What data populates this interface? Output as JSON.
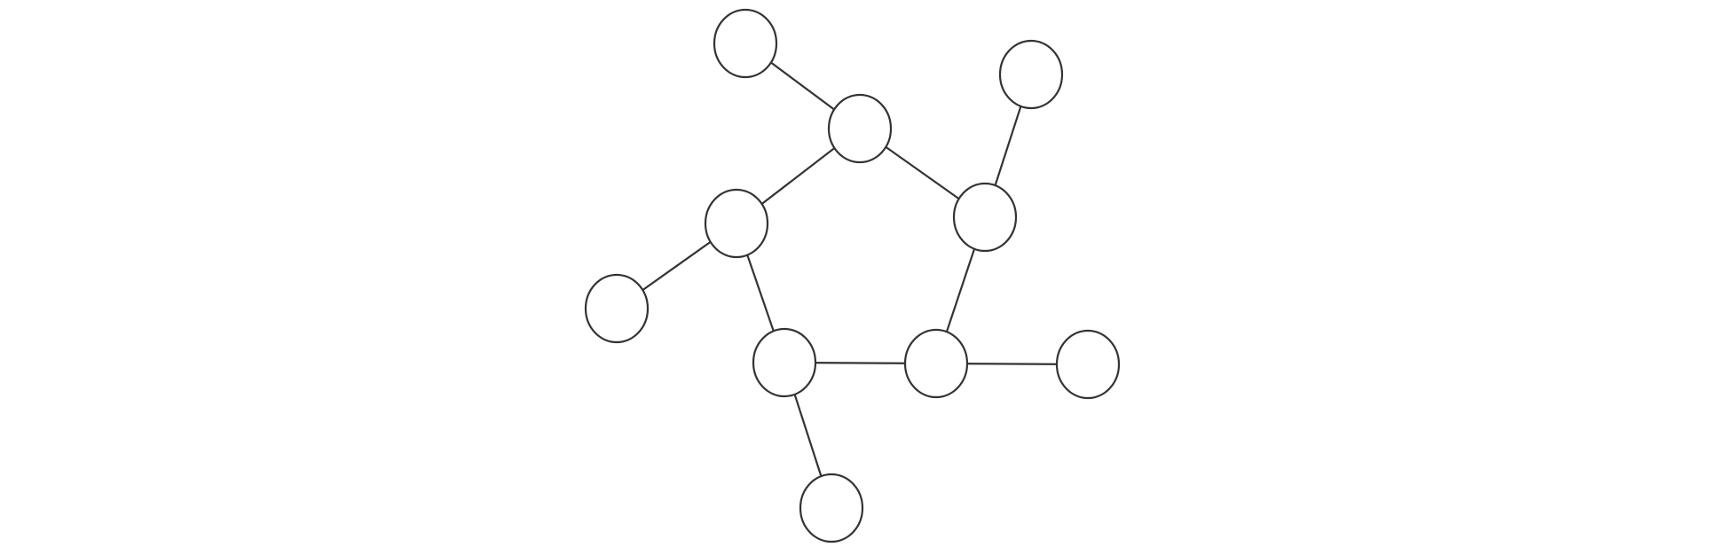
{
  "diagram": {
    "type": "graph",
    "directed": false,
    "colors": {
      "background": "#ffffff",
      "stroke": "#333333",
      "node_fill": "#ffffff"
    },
    "nodes": [
      {
        "id": "ring-top"
      },
      {
        "id": "ring-left"
      },
      {
        "id": "ring-right"
      },
      {
        "id": "ring-bottom-left"
      },
      {
        "id": "ring-bottom-right"
      },
      {
        "id": "leaf-top-left"
      },
      {
        "id": "leaf-top-right"
      },
      {
        "id": "leaf-left"
      },
      {
        "id": "leaf-right"
      },
      {
        "id": "leaf-bottom"
      }
    ],
    "edges": [
      {
        "from": "ring-top",
        "to": "ring-left"
      },
      {
        "from": "ring-top",
        "to": "ring-right"
      },
      {
        "from": "ring-left",
        "to": "ring-bottom-left"
      },
      {
        "from": "ring-right",
        "to": "ring-bottom-right"
      },
      {
        "from": "ring-bottom-left",
        "to": "ring-bottom-right"
      },
      {
        "from": "ring-top",
        "to": "leaf-top-left"
      },
      {
        "from": "ring-right",
        "to": "leaf-top-right"
      },
      {
        "from": "ring-left",
        "to": "leaf-left"
      },
      {
        "from": "ring-bottom-right",
        "to": "leaf-right"
      },
      {
        "from": "ring-bottom-left",
        "to": "leaf-bottom"
      }
    ]
  }
}
